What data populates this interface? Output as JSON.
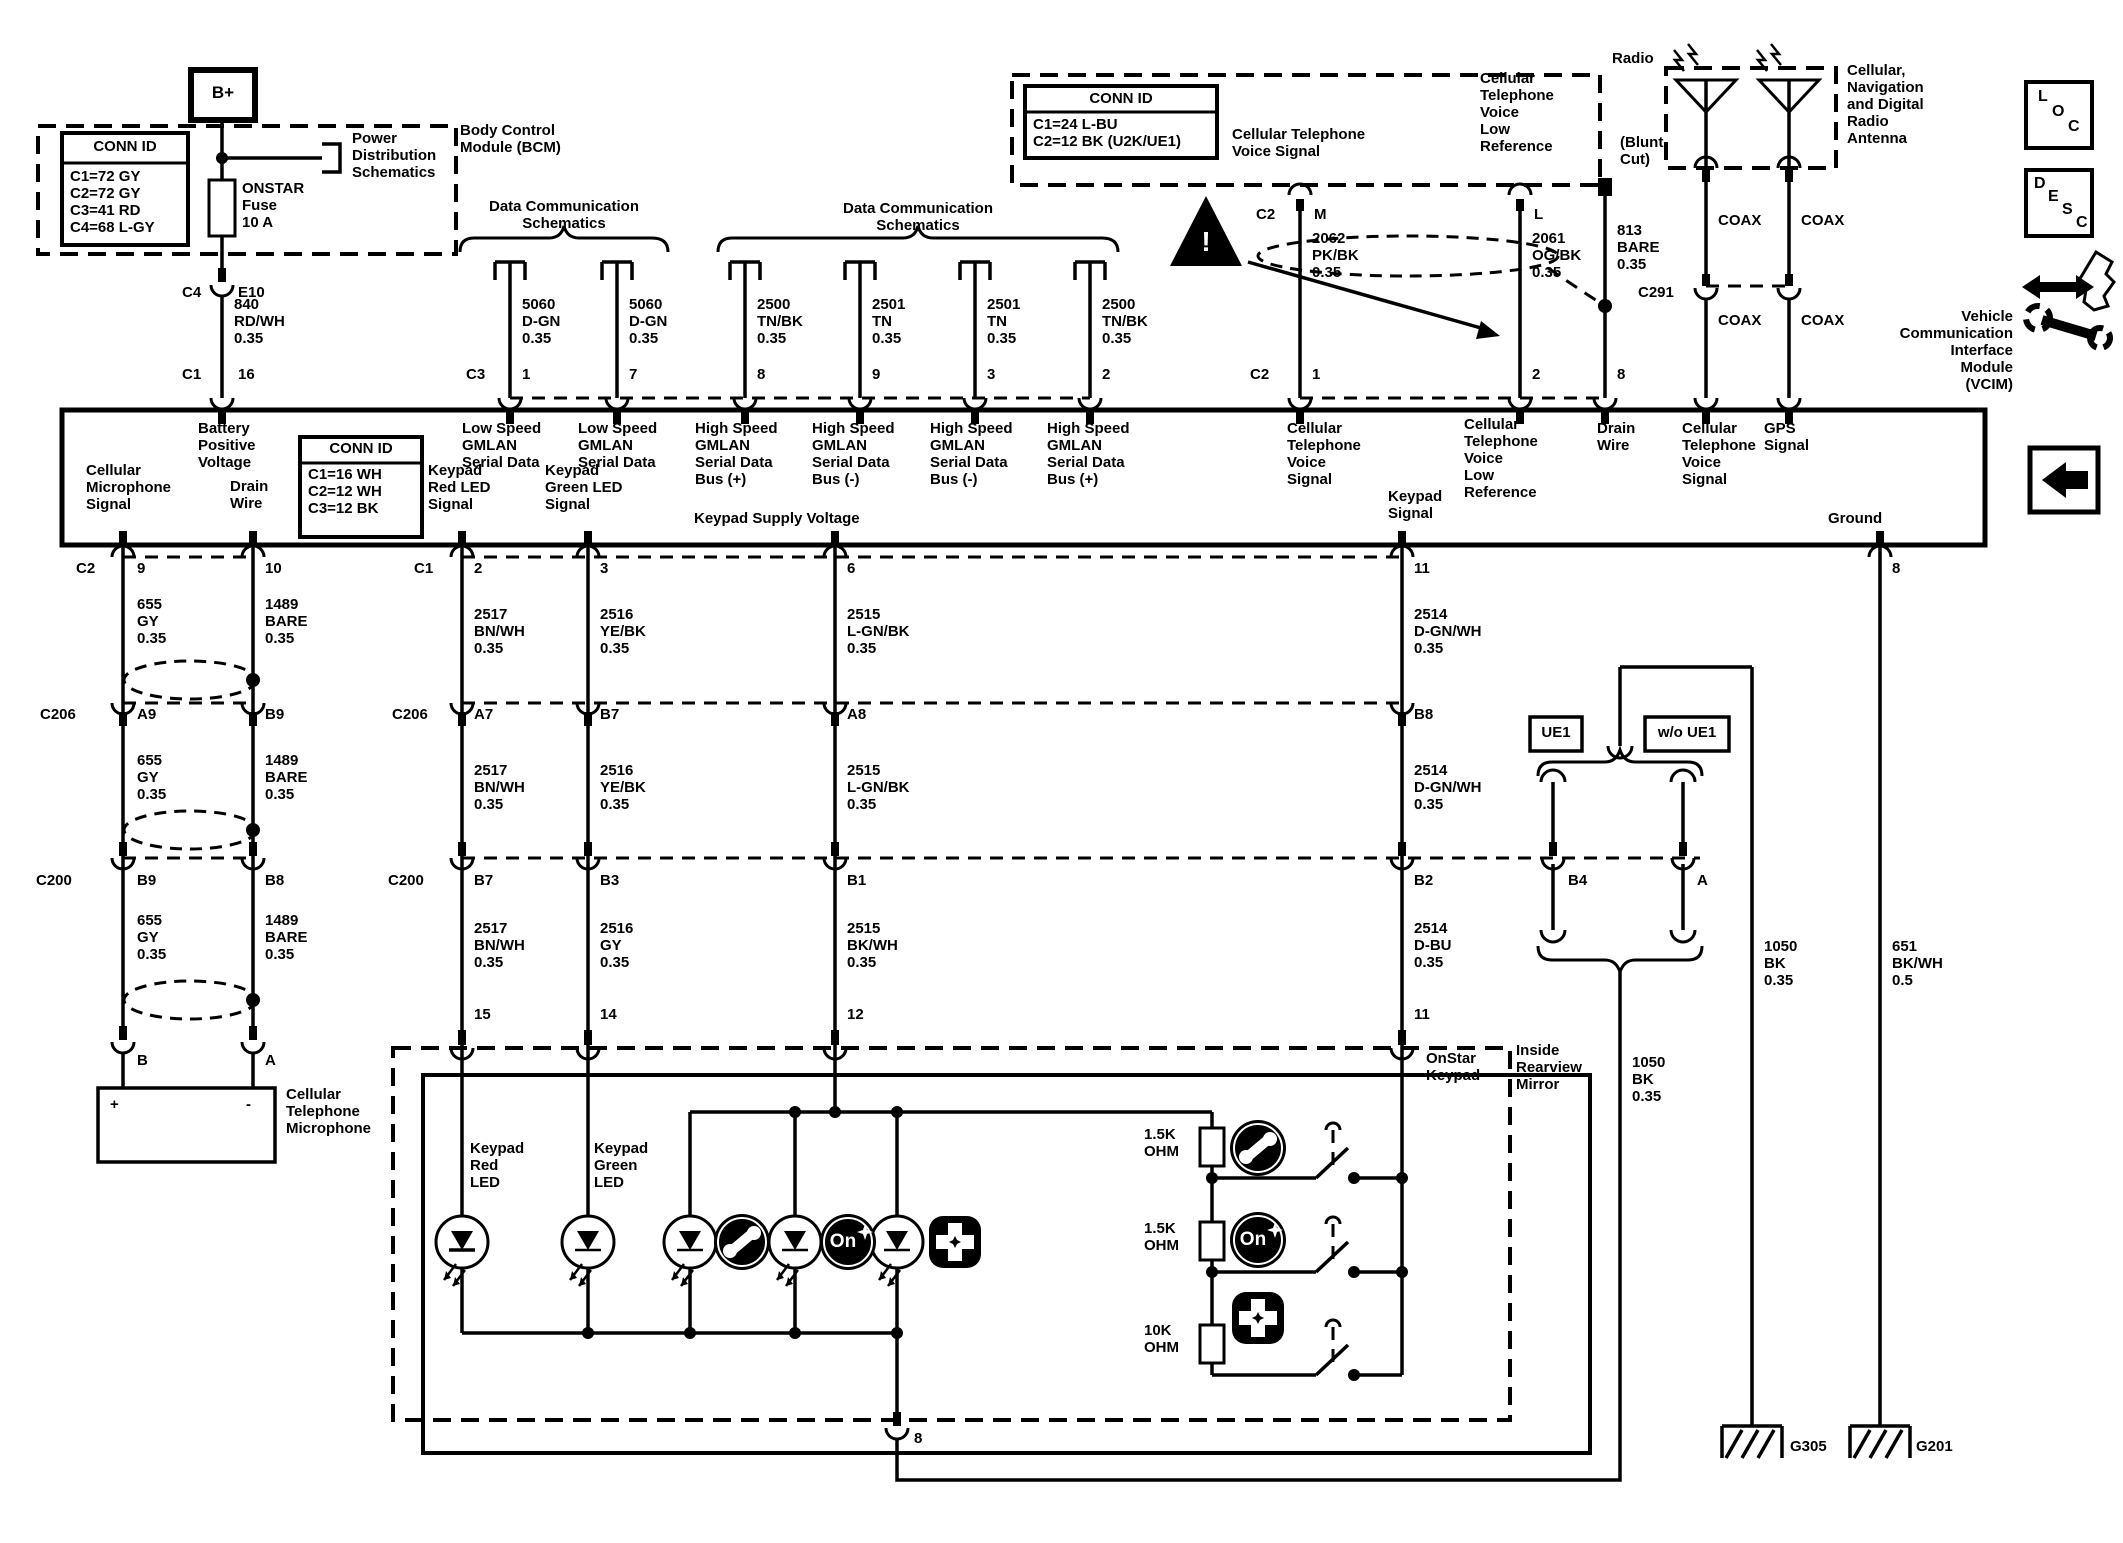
{
  "tl": {
    "bplus": "B+",
    "cid": "CONN ID",
    "cid_rows": "C1=72 GY\nC2=72 GY\nC3=41 RD\nC4=68 L-GY",
    "fuse": "ONSTAR\nFuse\n10 A",
    "pds": "Power\nDistribution\nSchematics",
    "bcm": "Body Control\nModule (BCM)",
    "c4": "C4",
    "e10": "E10",
    "w840": "840\nRD/WH\n0.35",
    "c1": "C1",
    "p16": "16"
  },
  "dc": {
    "t1": "Data Communication\nSchematics",
    "t2": "Data Communication\nSchematics",
    "c3": "C3",
    "w": [
      "5060\nD-GN\n0.35",
      "5060\nD-GN\n0.35",
      "2500\nTN/BK\n0.35",
      "2501\nTN\n0.35",
      "2501\nTN\n0.35",
      "2500\nTN/BK\n0.35"
    ],
    "p": [
      "1",
      "7",
      "8",
      "9",
      "3",
      "2"
    ]
  },
  "radio": {
    "cid": "CONN ID",
    "cid_rows": "C1=24 L-BU\nC2=12 BK (U2K/UE1)",
    "vs": "Cellular Telephone\nVoice Signal",
    "lr": "Cellular\nTelephone\nVoice\nLow\nReference",
    "name": "Radio",
    "blunt": "(Blunt\nCut)",
    "c2": "C2",
    "m": "M",
    "l": "L",
    "w2062": "2062\nPK/BK\n0.35",
    "w2061": "2061\nOG/BK\n0.35",
    "w813": "813\nBARE\n0.35",
    "bang": "!",
    "c2b": "C2",
    "p1": "1",
    "p2": "2",
    "p8": "8"
  },
  "ant": {
    "label": "Cellular,\nNavigation\nand Digital\nRadio\nAntenna",
    "coax1": "COAX",
    "coax2": "COAX",
    "coax3": "COAX",
    "coax4": "COAX",
    "c291": "C291"
  },
  "vcim": {
    "batt": "Battery\nPositive\nVoltage",
    "cid": "CONN ID",
    "cid_rows": "C1=16 WH\nC2=12 WH\nC3=12 BK",
    "ls1": "Low Speed\nGMLAN\nSerial Data",
    "ls2": "Low Speed\nGMLAN\nSerial Data",
    "hs1": "High Speed\nGMLAN\nSerial Data\nBus (+)",
    "hs2": "High Speed\nGMLAN\nSerial Data\nBus (-)",
    "hs3": "High Speed\nGMLAN\nSerial Data\nBus (-)",
    "hs4": "High Speed\nGMLAN\nSerial Data\nBus (+)",
    "cvs": "Cellular\nTelephone\nVoice\nSignal",
    "clr": "Cellular\nTelephone\nVoice\nLow\nReference",
    "drain": "Drain\nWire",
    "cvs2": "Cellular\nTelephone\nVoice\nSignal",
    "gps": "GPS\nSignal",
    "gnd": "Ground",
    "mic": "Cellular\nMicrophone\nSignal",
    "drain2": "Drain\nWire",
    "krl": "Keypad\nRed LED\nSignal",
    "kgl": "Keypad\nGreen LED\nSignal",
    "ksv": "Keypad Supply Voltage",
    "ks": "Keypad\nSignal",
    "name": "Vehicle\nCommunication\nInterface\nModule\n(VCIM)"
  },
  "rows": {
    "c2": "C2",
    "p9": "9",
    "p10": "10",
    "c1": "C1",
    "p2": "2",
    "p3": "3",
    "p6": "6",
    "p11": "11",
    "p8g": "8",
    "w1": [
      "655\nGY\n0.35",
      "1489\nBARE\n0.35",
      "2517\nBN/WH\n0.35",
      "2516\nYE/BK\n0.35",
      "2515\nL-GN/BK\n0.35",
      "2514\nD-GN/WH\n0.35"
    ],
    "c206a": "C206",
    "a9": "A9",
    "b9": "B9",
    "c206b": "C206",
    "pa": [
      "A7",
      "B7",
      "A8",
      "B8"
    ],
    "w2": [
      "655\nGY\n0.35",
      "1489\nBARE\n0.35",
      "2517\nBN/WH\n0.35",
      "2516\nYE/BK\n0.35",
      "2515\nL-GN/BK\n0.35",
      "2514\nD-GN/WH\n0.35"
    ],
    "c200a": "C200",
    "b9b": "B9",
    "b8b": "B8",
    "c200b": "C200",
    "pb": [
      "B7",
      "B3",
      "B1",
      "B2"
    ],
    "w3": [
      "655\nGY\n0.35",
      "1489\nBARE\n0.35",
      "2517\nBN/WH\n0.35",
      "2516\nGY\n0.35",
      "2515\nBK/WH\n0.35",
      "2514\nD-BU\n0.35"
    ],
    "b": "B",
    "a": "A",
    "kp": [
      "15",
      "14",
      "12",
      "11"
    ]
  },
  "mic": {
    "plus": "+",
    "minus": "-",
    "label": "Cellular\nTelephone\nMicrophone"
  },
  "ue1": {
    "ue1": "UE1",
    "wo": "w/o UE1",
    "b4": "B4",
    "a": "A",
    "w1050a": "1050\nBK\n0.35",
    "w1050b": "1050\nBK\n0.35",
    "w651": "651\nBK/WH\n0.5"
  },
  "keypad": {
    "red": "Keypad\nRed\nLED",
    "green": "Keypad\nGreen\nLED",
    "r1": "1.5K\nOHM",
    "r2": "1.5K\nOHM",
    "r3": "10K\nOHM",
    "name": "OnStar\nKeypad",
    "mirror": "Inside\nRearview\nMirror",
    "p8": "8",
    "on1": "On",
    "on2": "On"
  },
  "gnd": {
    "g305": "G305",
    "g201": "G201"
  },
  "icons": {
    "loc": [
      "L",
      "O",
      "C"
    ],
    "desc": [
      "D",
      "E",
      "S",
      "C"
    ]
  }
}
